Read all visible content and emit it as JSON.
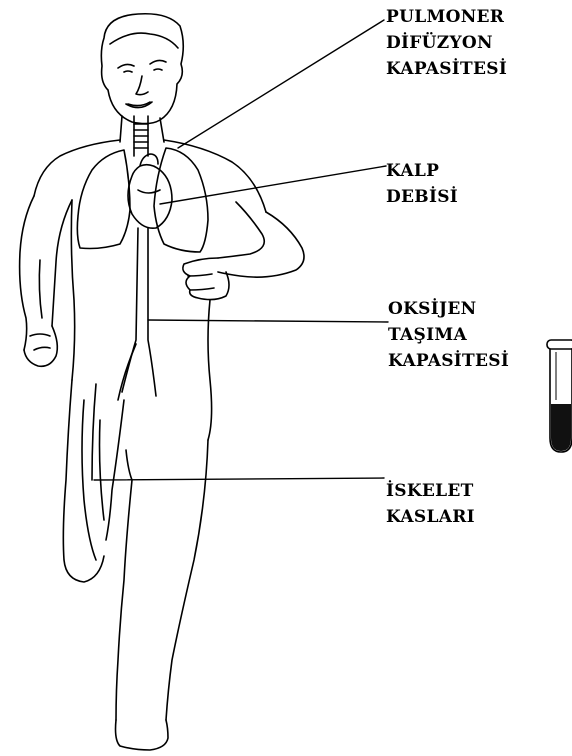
{
  "labels": {
    "pulmonary": [
      "PULMONER",
      "DİFÜZYON",
      "KAPASİTESİ"
    ],
    "cardiac": [
      "KALP",
      "DEBİSİ"
    ],
    "oxygen": [
      "OKSİJEN",
      "TAŞIMA",
      "KAPASİTESİ"
    ],
    "muscles": [
      "İSKELET",
      "KASLARI"
    ]
  },
  "colors": {
    "line": "#000000",
    "blood": "#111111",
    "background": "#ffffff"
  }
}
